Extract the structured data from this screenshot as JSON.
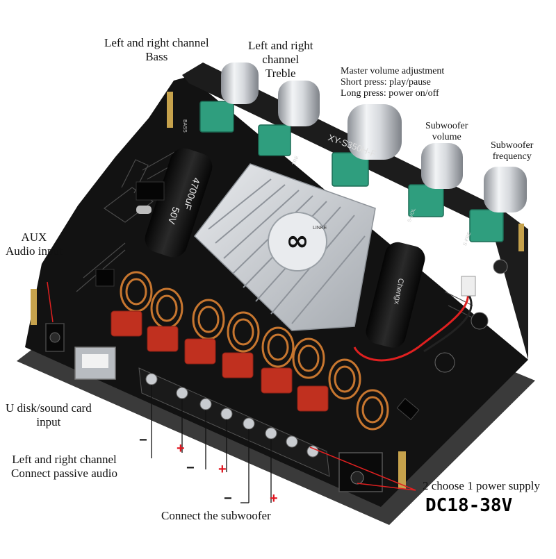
{
  "labels": {
    "bass": [
      "Left and right channel",
      "Bass"
    ],
    "treble": [
      "Left and right",
      "channel",
      "Treble"
    ],
    "master": [
      "Master volume adjustment",
      "Short press: play/pause",
      "Long press: power on/off"
    ],
    "sub_volume": [
      "Subwoofer",
      "volume"
    ],
    "sub_frequency": [
      "Subwoofer",
      "frequency"
    ],
    "aux": [
      "AUX",
      "Audio input"
    ],
    "udisk": [
      "U disk/sound card",
      "input"
    ],
    "passive_audio": [
      "Left and right channel",
      "Connect passive audio"
    ],
    "subwoofer_connect": "Connect the subwoofer",
    "power_supply": "2 choose 1 power supply",
    "voltage": "DC18-38V"
  },
  "board": {
    "model_silk": "XY-S350H-F",
    "cap_left": [
      "4700uF",
      "50V"
    ],
    "cap_right": "Chengx",
    "knob_silk": [
      "BASS",
      "TRE",
      "S-VOL",
      "S-FRE"
    ],
    "chip_label": "LINKE"
  },
  "polarity": {
    "plus": "+",
    "minus": "−"
  },
  "colors": {
    "pcb": "#121212",
    "heatsink": "#c9cdd2",
    "pot": "#2f9e7e",
    "copper": "#c7762f",
    "cap_red": "#c0301f",
    "plus_red": "#e0141e",
    "wire_red": "#e02020"
  }
}
